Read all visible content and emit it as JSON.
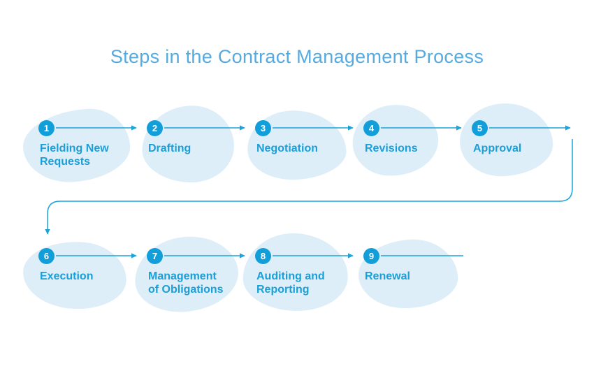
{
  "title": "Steps in the Contract Management Process",
  "colors": {
    "bg": "#ffffff",
    "title": "#56aadf",
    "accent": "#129fd9",
    "label": "#1a9fd8",
    "arrow": "#1aa3dc",
    "blob": "#ddeef9"
  },
  "steps": [
    {
      "number": "1",
      "label": "Fielding New Requests"
    },
    {
      "number": "2",
      "label": "Drafting"
    },
    {
      "number": "3",
      "label": "Negotiation"
    },
    {
      "number": "4",
      "label": "Revisions"
    },
    {
      "number": "5",
      "label": "Approval"
    },
    {
      "number": "6",
      "label": "Execution"
    },
    {
      "number": "7",
      "label": "Management of Obligations"
    },
    {
      "number": "8",
      "label": "Auditing and Reporting"
    },
    {
      "number": "9",
      "label": "Renewal"
    }
  ]
}
